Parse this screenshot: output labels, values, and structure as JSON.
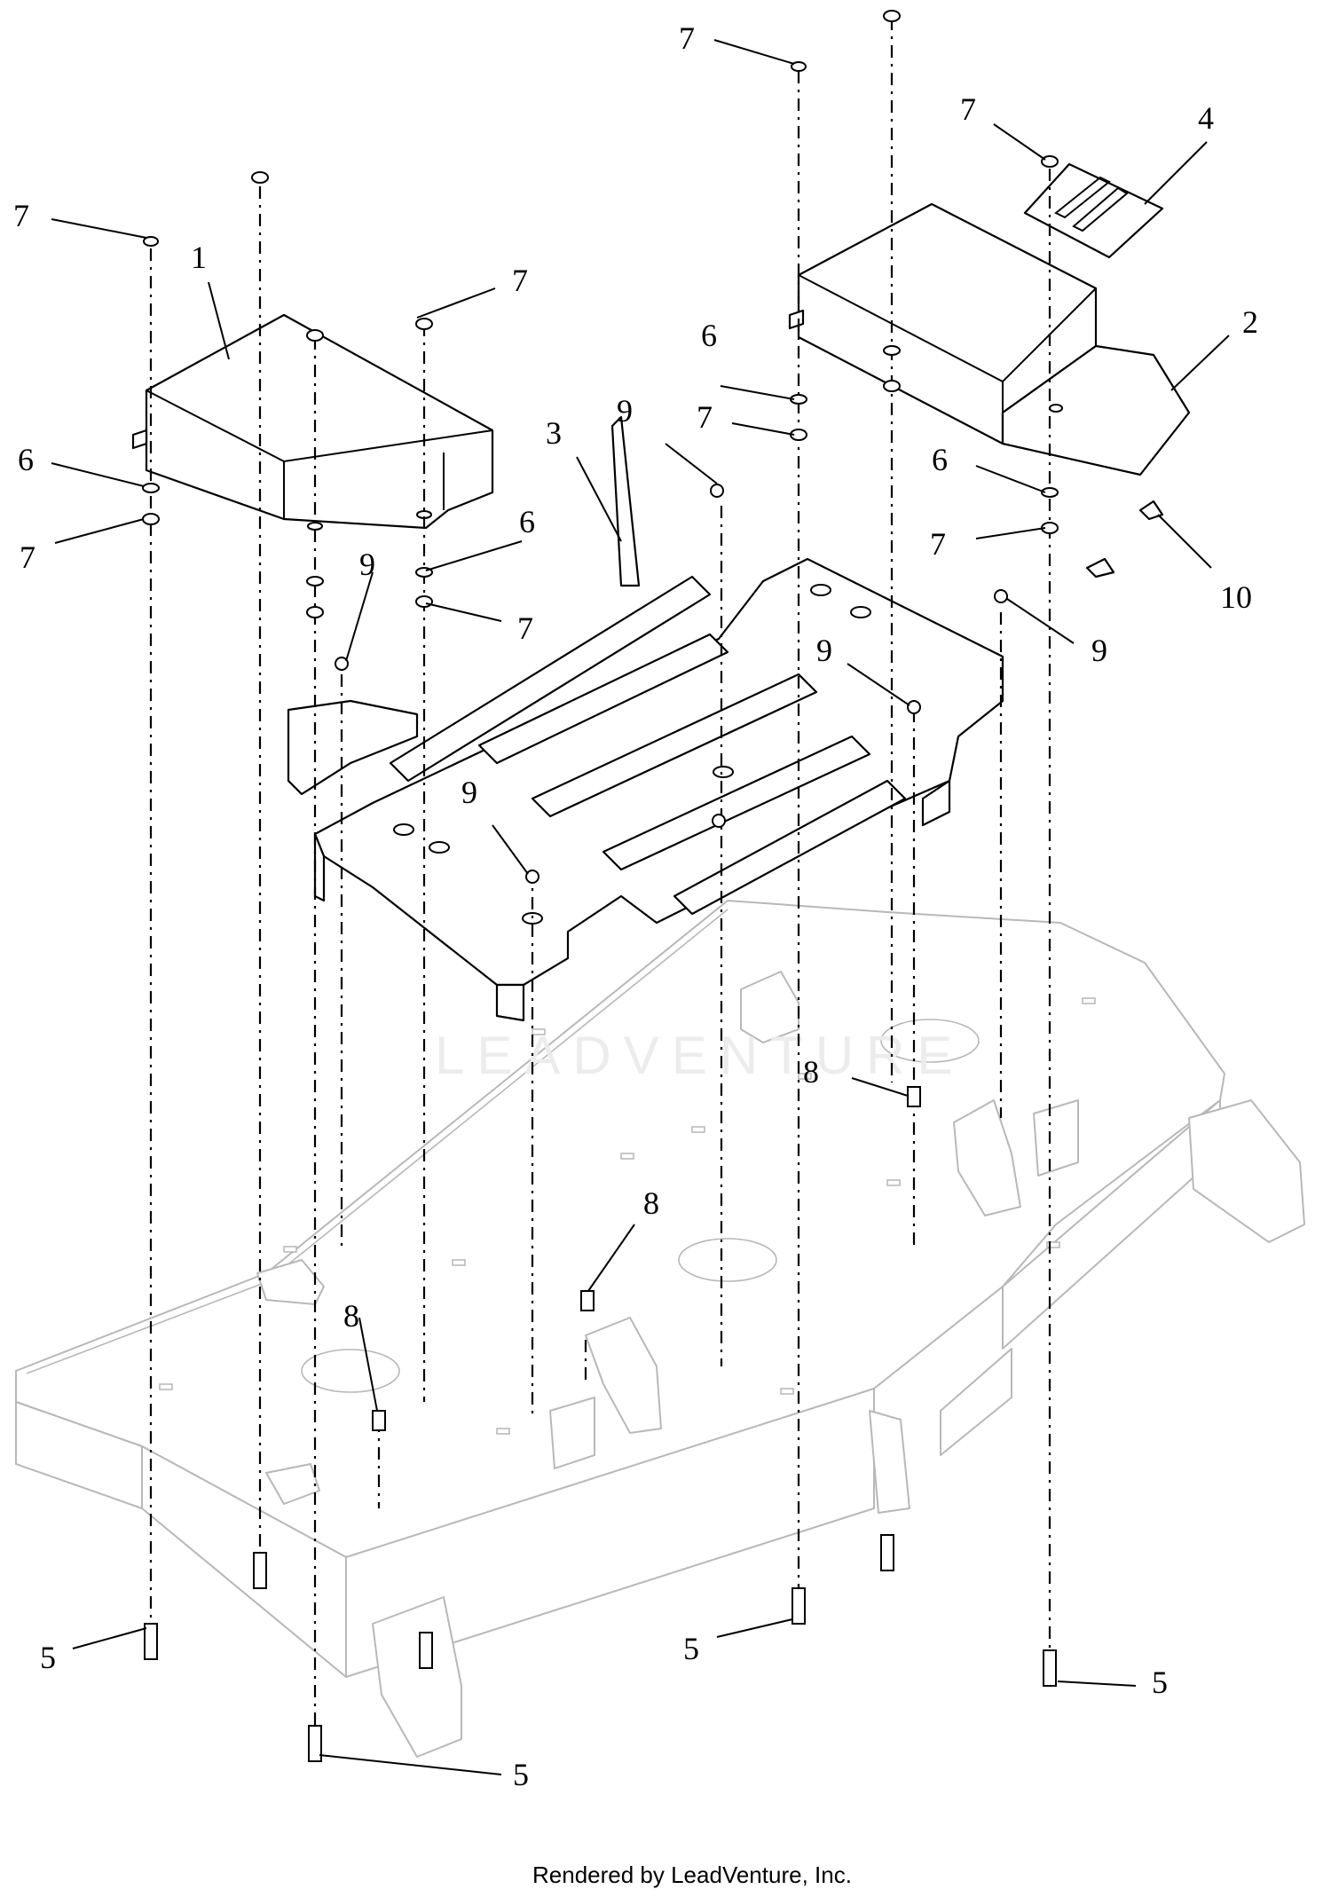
{
  "diagram": {
    "callouts": [
      {
        "id": "c1",
        "text": "1"
      },
      {
        "id": "c2",
        "text": "2"
      },
      {
        "id": "c3",
        "text": "3"
      },
      {
        "id": "c4",
        "text": "4"
      },
      {
        "id": "c5a",
        "text": "5"
      },
      {
        "id": "c5b",
        "text": "5"
      },
      {
        "id": "c5c",
        "text": "5"
      },
      {
        "id": "c5d",
        "text": "5"
      },
      {
        "id": "c6a",
        "text": "6"
      },
      {
        "id": "c6b",
        "text": "6"
      },
      {
        "id": "c6c",
        "text": "6"
      },
      {
        "id": "c6d",
        "text": "6"
      },
      {
        "id": "c7a",
        "text": "7"
      },
      {
        "id": "c7b",
        "text": "7"
      },
      {
        "id": "c7c",
        "text": "7"
      },
      {
        "id": "c7d",
        "text": "7"
      },
      {
        "id": "c7e",
        "text": "7"
      },
      {
        "id": "c7f",
        "text": "7"
      },
      {
        "id": "c7g",
        "text": "7"
      },
      {
        "id": "c7h",
        "text": "7"
      },
      {
        "id": "c8a",
        "text": "8"
      },
      {
        "id": "c8b",
        "text": "8"
      },
      {
        "id": "c8c",
        "text": "8"
      },
      {
        "id": "c9a",
        "text": "9"
      },
      {
        "id": "c9b",
        "text": "9"
      },
      {
        "id": "c9c",
        "text": "9"
      },
      {
        "id": "c9d",
        "text": "9"
      },
      {
        "id": "c9e",
        "text": "9"
      },
      {
        "id": "c10",
        "text": "10"
      }
    ],
    "watermark": "LEADVENTURE",
    "footer": "Rendered by LeadVenture, Inc."
  }
}
